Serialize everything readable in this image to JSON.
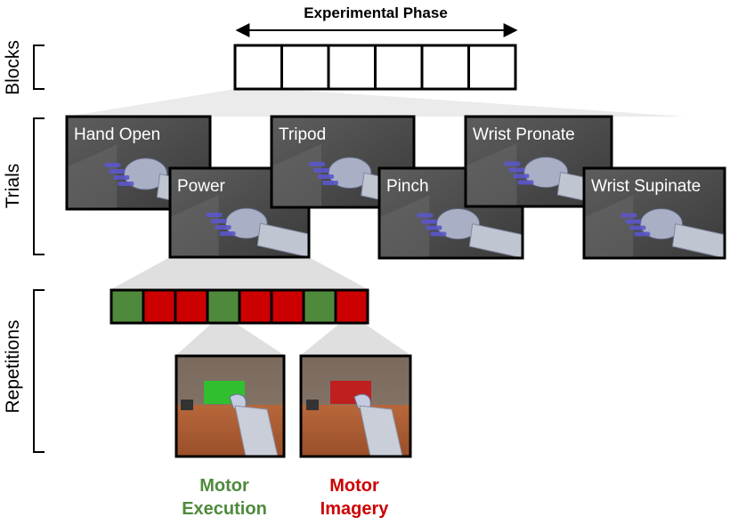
{
  "header": {
    "phase_label": "Experimental Phase"
  },
  "levels": {
    "blocks": "Blocks",
    "trials": "Trials",
    "repetitions": "Repetitions"
  },
  "blocks": {
    "count": 6
  },
  "trials": [
    {
      "label": "Hand Open"
    },
    {
      "label": "Power"
    },
    {
      "label": "Tripod"
    },
    {
      "label": "Pinch"
    },
    {
      "label": "Wrist Pronate"
    },
    {
      "label": "Wrist Supinate"
    }
  ],
  "repetitions": {
    "sequence": [
      "execution",
      "imagery",
      "imagery",
      "execution",
      "imagery",
      "imagery",
      "execution",
      "imagery"
    ],
    "colors": {
      "execution": "#4f8a3c",
      "imagery": "#cc0000"
    }
  },
  "legend": {
    "execution": {
      "line1": "Motor",
      "line2": "Execution",
      "color": "#4f8a3c"
    },
    "imagery": {
      "line1": "Motor",
      "line2": "Imagery",
      "color": "#cc0000"
    }
  }
}
